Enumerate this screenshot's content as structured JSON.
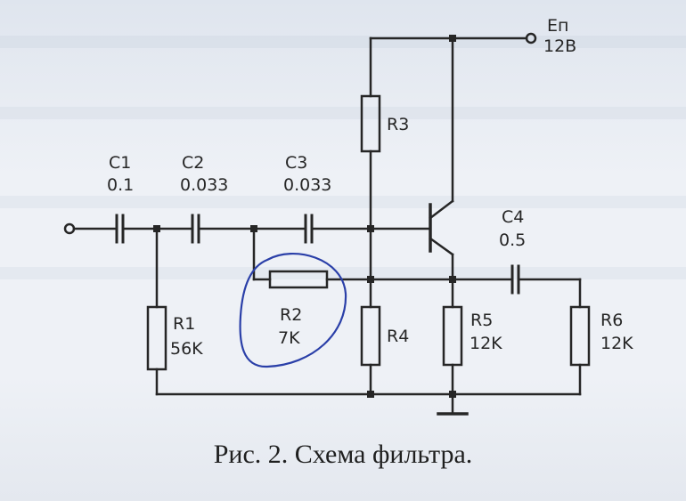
{
  "supply": {
    "name": "Еп",
    "voltage": "12В"
  },
  "components": {
    "c1": {
      "name": "C1",
      "value": "0.1"
    },
    "c2": {
      "name": "C2",
      "value": "0.033"
    },
    "c3": {
      "name": "C3",
      "value": "0.033"
    },
    "c4": {
      "name": "C4",
      "value": "0.5"
    },
    "r1": {
      "name": "R1",
      "value": "56K"
    },
    "r2": {
      "name": "R2",
      "value": "7K"
    },
    "r3": {
      "name": "R3"
    },
    "r4": {
      "name": "R4"
    },
    "r5": {
      "name": "R5",
      "value": "12K"
    },
    "r6": {
      "name": "R6",
      "value": "12K"
    }
  },
  "caption": "Рис. 2. Схема фильтра.",
  "colors": {
    "ink": "#262626",
    "annotation": "#2a3fa8",
    "paper": "#eef1f6"
  }
}
